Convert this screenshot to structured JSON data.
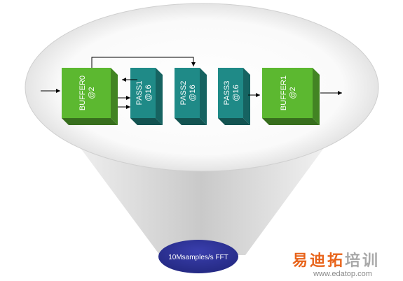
{
  "diagram": {
    "blocks": [
      {
        "id": "buffer0",
        "line1": "BUFFER0",
        "line2": "@2",
        "color": "#5cb830"
      },
      {
        "id": "pass1",
        "line1": "PASS1",
        "line2": "@16",
        "color": "#1f8a87"
      },
      {
        "id": "pass2",
        "line1": "PASS2",
        "line2": "@16",
        "color": "#1f8a87"
      },
      {
        "id": "pass3",
        "line1": "PASS3",
        "line2": "@16",
        "color": "#1f8a87"
      },
      {
        "id": "buffer1",
        "line1": "BUFFER1",
        "line2": "@2",
        "color": "#5cb830"
      }
    ],
    "footer_label": "10Msamples/s FFT",
    "footer_color": "#2e3192"
  },
  "watermark": {
    "chars": [
      "易",
      "迪",
      "拓",
      "培",
      "训"
    ],
    "char_colors": [
      "#e8641b",
      "#e8641b",
      "#e8641b",
      "#a8a8a8",
      "#a8a8a8"
    ],
    "url": "www.edatop.com"
  }
}
